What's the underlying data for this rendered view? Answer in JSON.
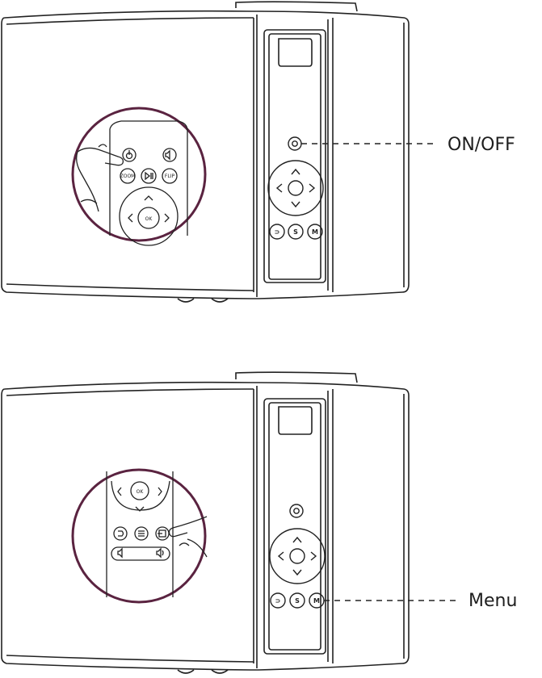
{
  "colors": {
    "line": "#222222",
    "magnifier": "#5a2340"
  },
  "top": {
    "callout": "ON/OFF",
    "remote": {
      "zoom": "ZOOM",
      "flip": "FLIP",
      "ok": "OK"
    },
    "panel": {
      "back": "⊃",
      "source": "S",
      "menu": "M"
    }
  },
  "bottom": {
    "callout": "Menu",
    "remote": {
      "ok": "OK"
    },
    "panel": {
      "back": "⊃",
      "source": "S",
      "menu": "M"
    }
  },
  "icons": {
    "power": "power-icon",
    "mute": "mute-icon",
    "play_pause": "play-pause-icon",
    "volume_down": "volume-down-icon",
    "volume_up": "volume-up-icon",
    "menu": "menu-icon",
    "input": "input-icon"
  }
}
